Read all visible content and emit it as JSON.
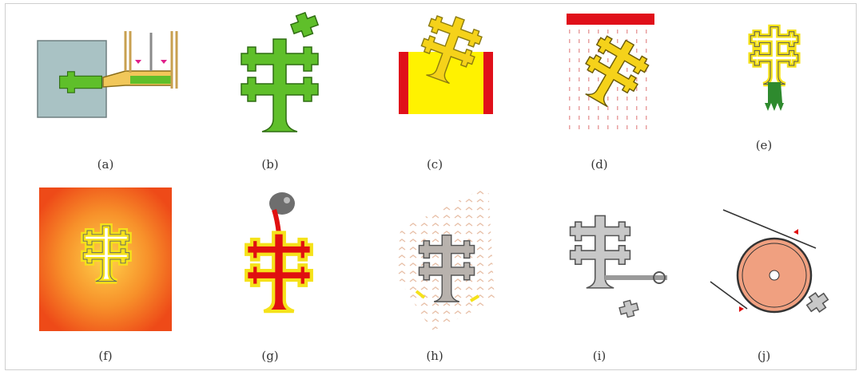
{
  "figure": {
    "panels": [
      {
        "id": "a",
        "caption": "(a)"
      },
      {
        "id": "b",
        "caption": "(b)"
      },
      {
        "id": "c",
        "caption": "(c)"
      },
      {
        "id": "d",
        "caption": "(d)"
      },
      {
        "id": "e",
        "caption": "(e)"
      },
      {
        "id": "f",
        "caption": "(f)"
      },
      {
        "id": "g",
        "caption": "(g)"
      },
      {
        "id": "h",
        "caption": "(h)"
      },
      {
        "id": "i",
        "caption": "(i)"
      },
      {
        "id": "j",
        "caption": "(j)"
      }
    ]
  },
  "colors": {
    "wax_green": "#5fbf2a",
    "slurry_yellow": "#f5e21a",
    "furnace_orange": "#f36a1e",
    "metal_red": "#e01010",
    "cast_grey": "#b8b2ad",
    "die_blue_grey": "#a9c2c4",
    "wheel_salmon": "#f0a080"
  }
}
